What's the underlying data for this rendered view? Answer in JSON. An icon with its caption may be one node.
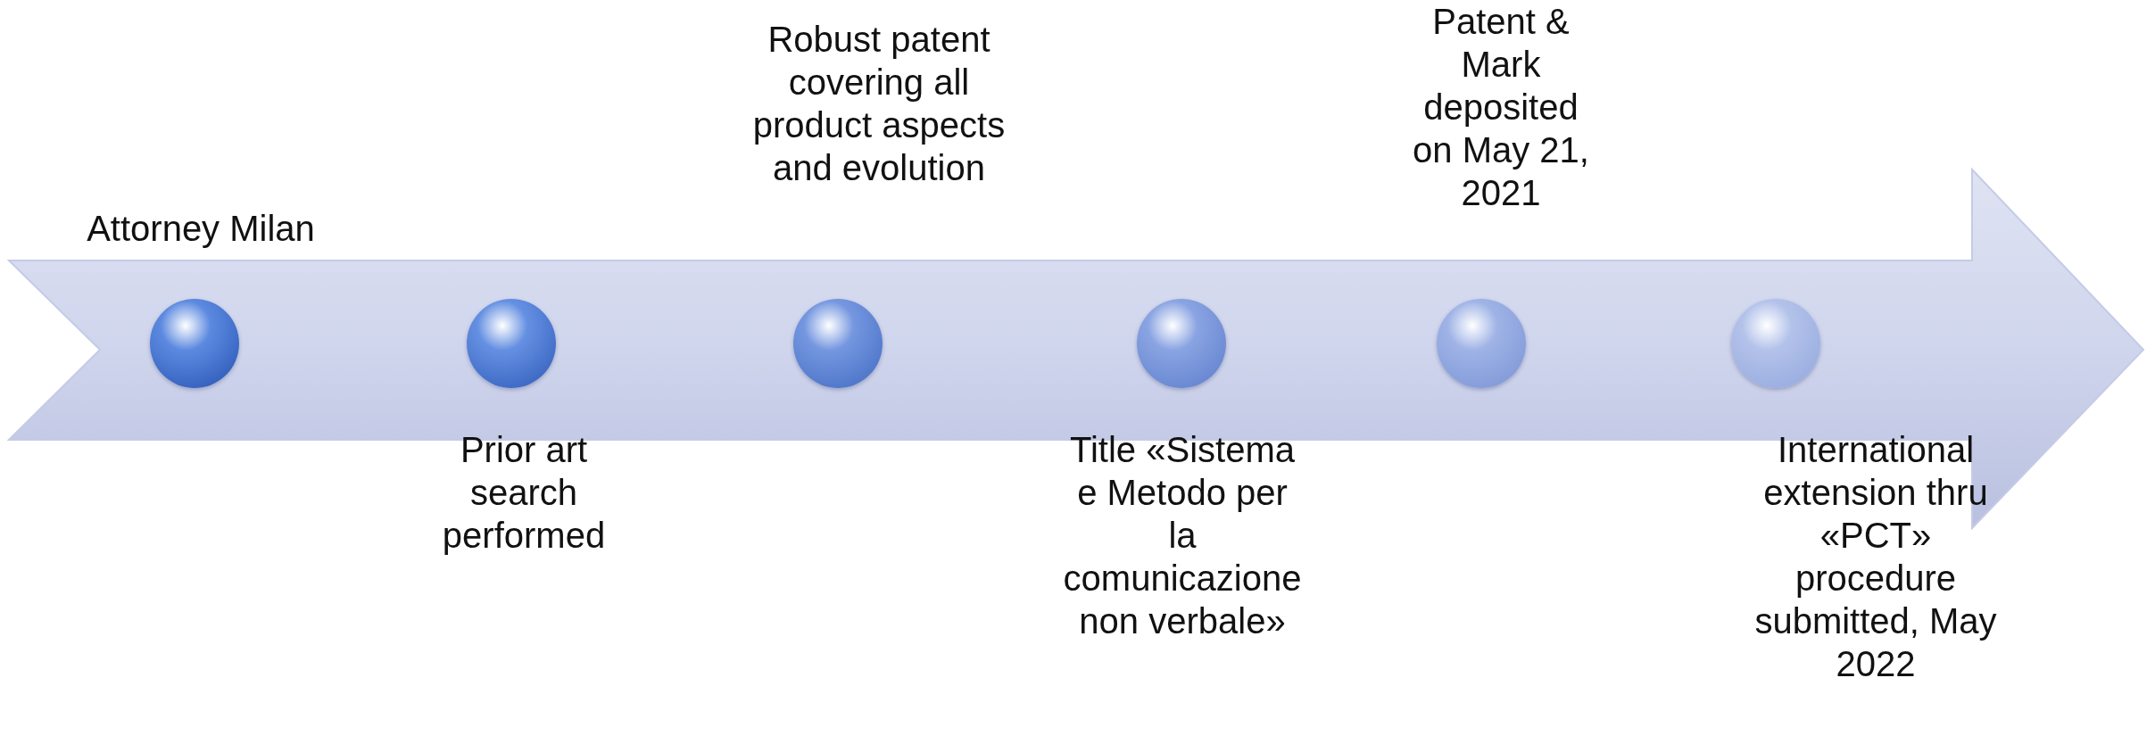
{
  "diagram": {
    "nodes": [
      {
        "text": [],
        "shape": "circle",
        "beside": [
          "Attorney Milan"
        ]
      },
      {
        "text": [],
        "shape": "circle",
        "beside": [
          "Prior art search performed"
        ]
      },
      {
        "text": [],
        "shape": "circle",
        "beside": [
          "Robust patent covering all product aspects and evolution"
        ]
      },
      {
        "text": [],
        "shape": "circle",
        "beside": [
          "Title «Sistema e Metodo per la comunicazione non verbale»"
        ]
      },
      {
        "text": [],
        "shape": "circle",
        "beside": [
          "Patent & Mark deposited on May 21, 2021"
        ]
      },
      {
        "text": [],
        "shape": "circle",
        "beside": [
          "International extension thru «PCT» procedure submitted, May 2022"
        ]
      }
    ]
  }
}
